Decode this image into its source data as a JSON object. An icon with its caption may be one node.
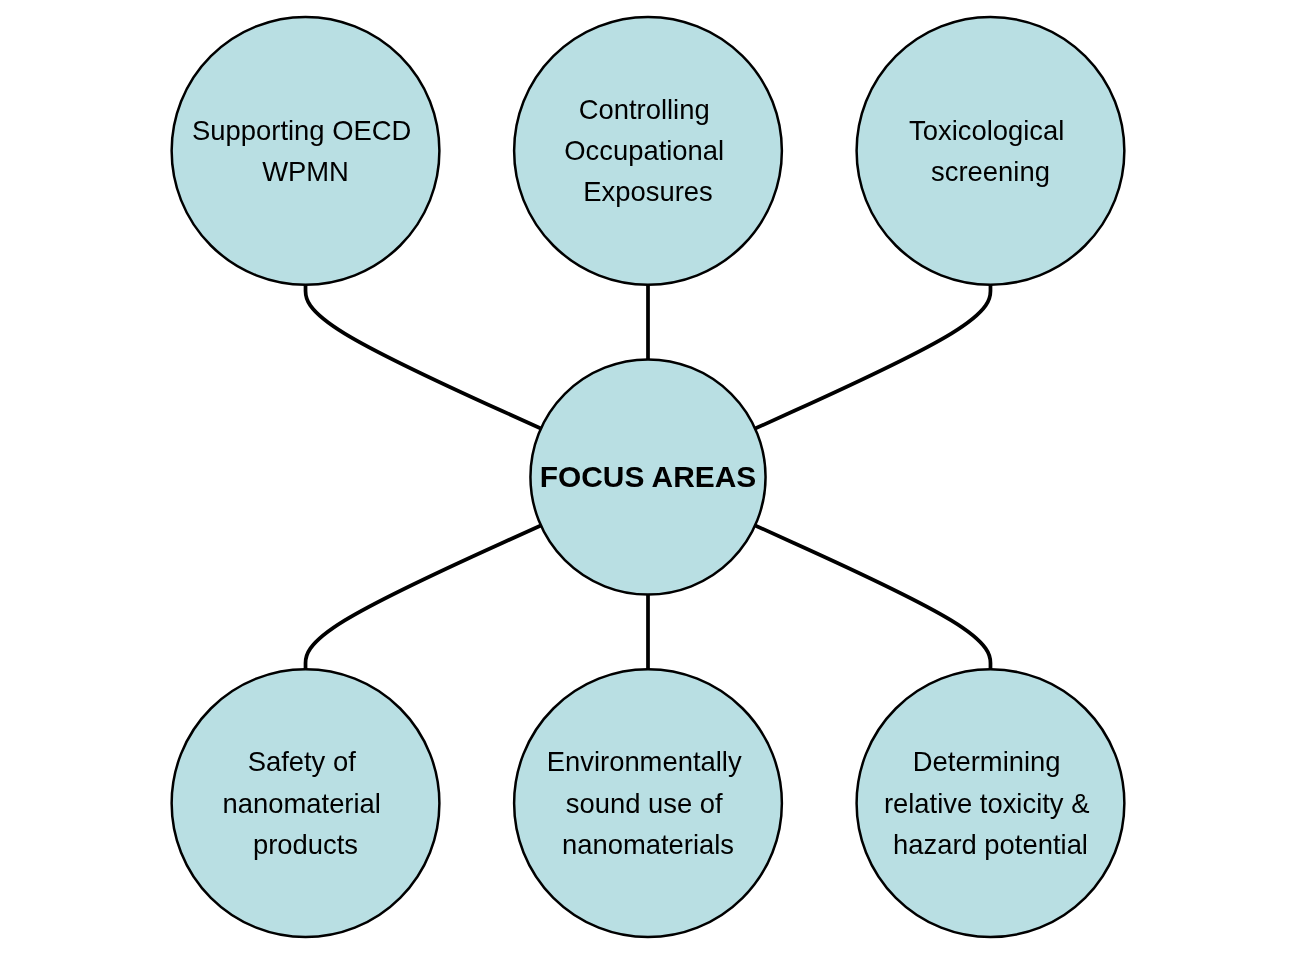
{
  "diagram": {
    "nodes": [
      {
        "text": [
          "Controlling Occupational Exposures"
        ]
      },
      {
        "text": [
          "Supporting OECD WPMN"
        ]
      },
      {
        "text": [
          "Toxicological screening"
        ]
      },
      {
        "text": [
          "FOCUS AREAS"
        ]
      },
      {
        "text": [
          "Safety of nanomaterial products"
        ]
      },
      {
        "text": [
          "Determining relative toxicity & hazard potential"
        ]
      },
      {
        "text": [
          "Environmentally sound use of nanomaterials"
        ]
      }
    ],
    "edges": [
      {
        "from": 1,
        "to": 3,
        "arrow": "none"
      },
      {
        "from": 0,
        "to": 3,
        "arrow": "none"
      },
      {
        "from": 2,
        "to": 3,
        "arrow": "none"
      },
      {
        "from": 3,
        "to": 4,
        "arrow": "none"
      },
      {
        "from": 3,
        "to": 6,
        "arrow": "none"
      },
      {
        "from": 3,
        "to": 5,
        "arrow": "none"
      }
    ]
  }
}
